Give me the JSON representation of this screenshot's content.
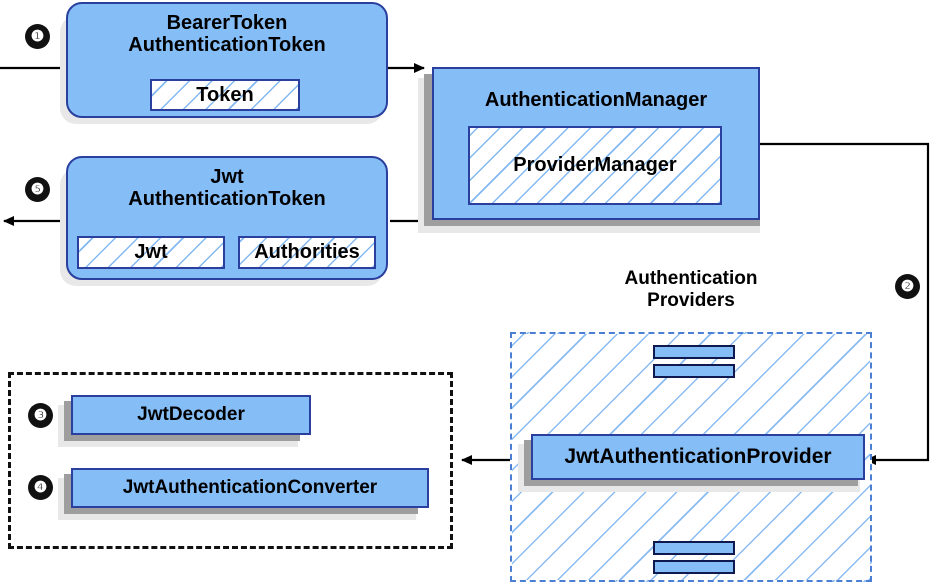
{
  "diagram": {
    "title": "Spring Security JWT Bearer Token Authentication Flow",
    "colors": {
      "node_fill": "#85bdf7",
      "node_border": "#2a3f9e",
      "hatch_line": "#7db4f0",
      "shadow_inner": "#9e9e9e",
      "shadow_outer": "#e8e8e8",
      "badge_fill": "#111111",
      "badge_text": "#ffffff",
      "dashed_blue": "#4a7fd4",
      "dashed_black": "#111111",
      "connector": "#000000"
    }
  },
  "badges": [
    {
      "id": "step-1",
      "label": "❶"
    },
    {
      "id": "step-2",
      "label": "❷"
    },
    {
      "id": "step-3",
      "label": "❸"
    },
    {
      "id": "step-4",
      "label": "❹"
    },
    {
      "id": "step-5",
      "label": "❺"
    }
  ],
  "nodes": {
    "bearer_token": {
      "title_line1": "BearerToken",
      "title_line2": "AuthenticationToken",
      "inner": [
        {
          "label": "Token"
        }
      ]
    },
    "jwt_token": {
      "title_line1": "Jwt",
      "title_line2": "AuthenticationToken",
      "inner": [
        {
          "label": "Jwt"
        },
        {
          "label": "Authorities"
        }
      ]
    },
    "authentication_manager": {
      "title": "AuthenticationManager",
      "inner": [
        {
          "label": "ProviderManager"
        }
      ]
    },
    "providers_group": {
      "label_line1": "Authentication",
      "label_line2": "Providers"
    },
    "jwt_authentication_provider": {
      "label": "JwtAuthenticationProvider"
    },
    "jwt_decoder": {
      "label": "JwtDecoder"
    },
    "jwt_authentication_converter": {
      "label": "JwtAuthenticationConverter"
    }
  }
}
